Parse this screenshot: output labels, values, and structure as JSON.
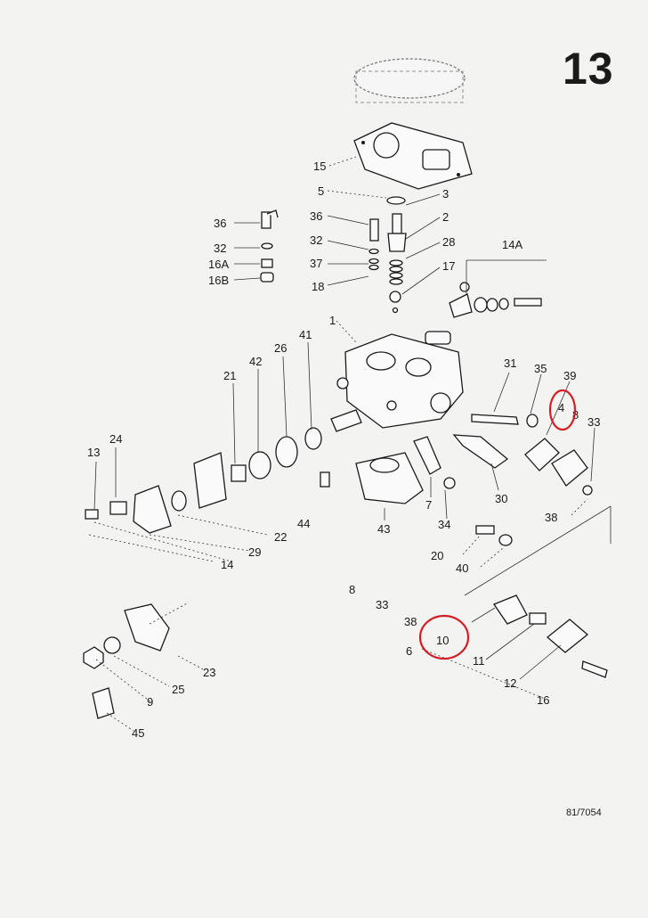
{
  "page_number": "13",
  "reference": "81/7054",
  "highlight_color": "#d21f26",
  "highlighted_parts": [
    "4",
    "10"
  ],
  "callouts": [
    "15",
    "5",
    "3",
    "36",
    "2",
    "36",
    "28",
    "32",
    "14A",
    "17",
    "32",
    "37",
    "16A",
    "16B",
    "18",
    "1",
    "41",
    "26",
    "42",
    "21",
    "31",
    "35",
    "39",
    "4",
    "8",
    "33",
    "24",
    "13",
    "44",
    "7",
    "30",
    "22",
    "29",
    "14",
    "43",
    "34",
    "20",
    "40",
    "38",
    "8",
    "33",
    "38",
    "10",
    "6",
    "11",
    "12",
    "16",
    "23",
    "25",
    "9",
    "45"
  ]
}
